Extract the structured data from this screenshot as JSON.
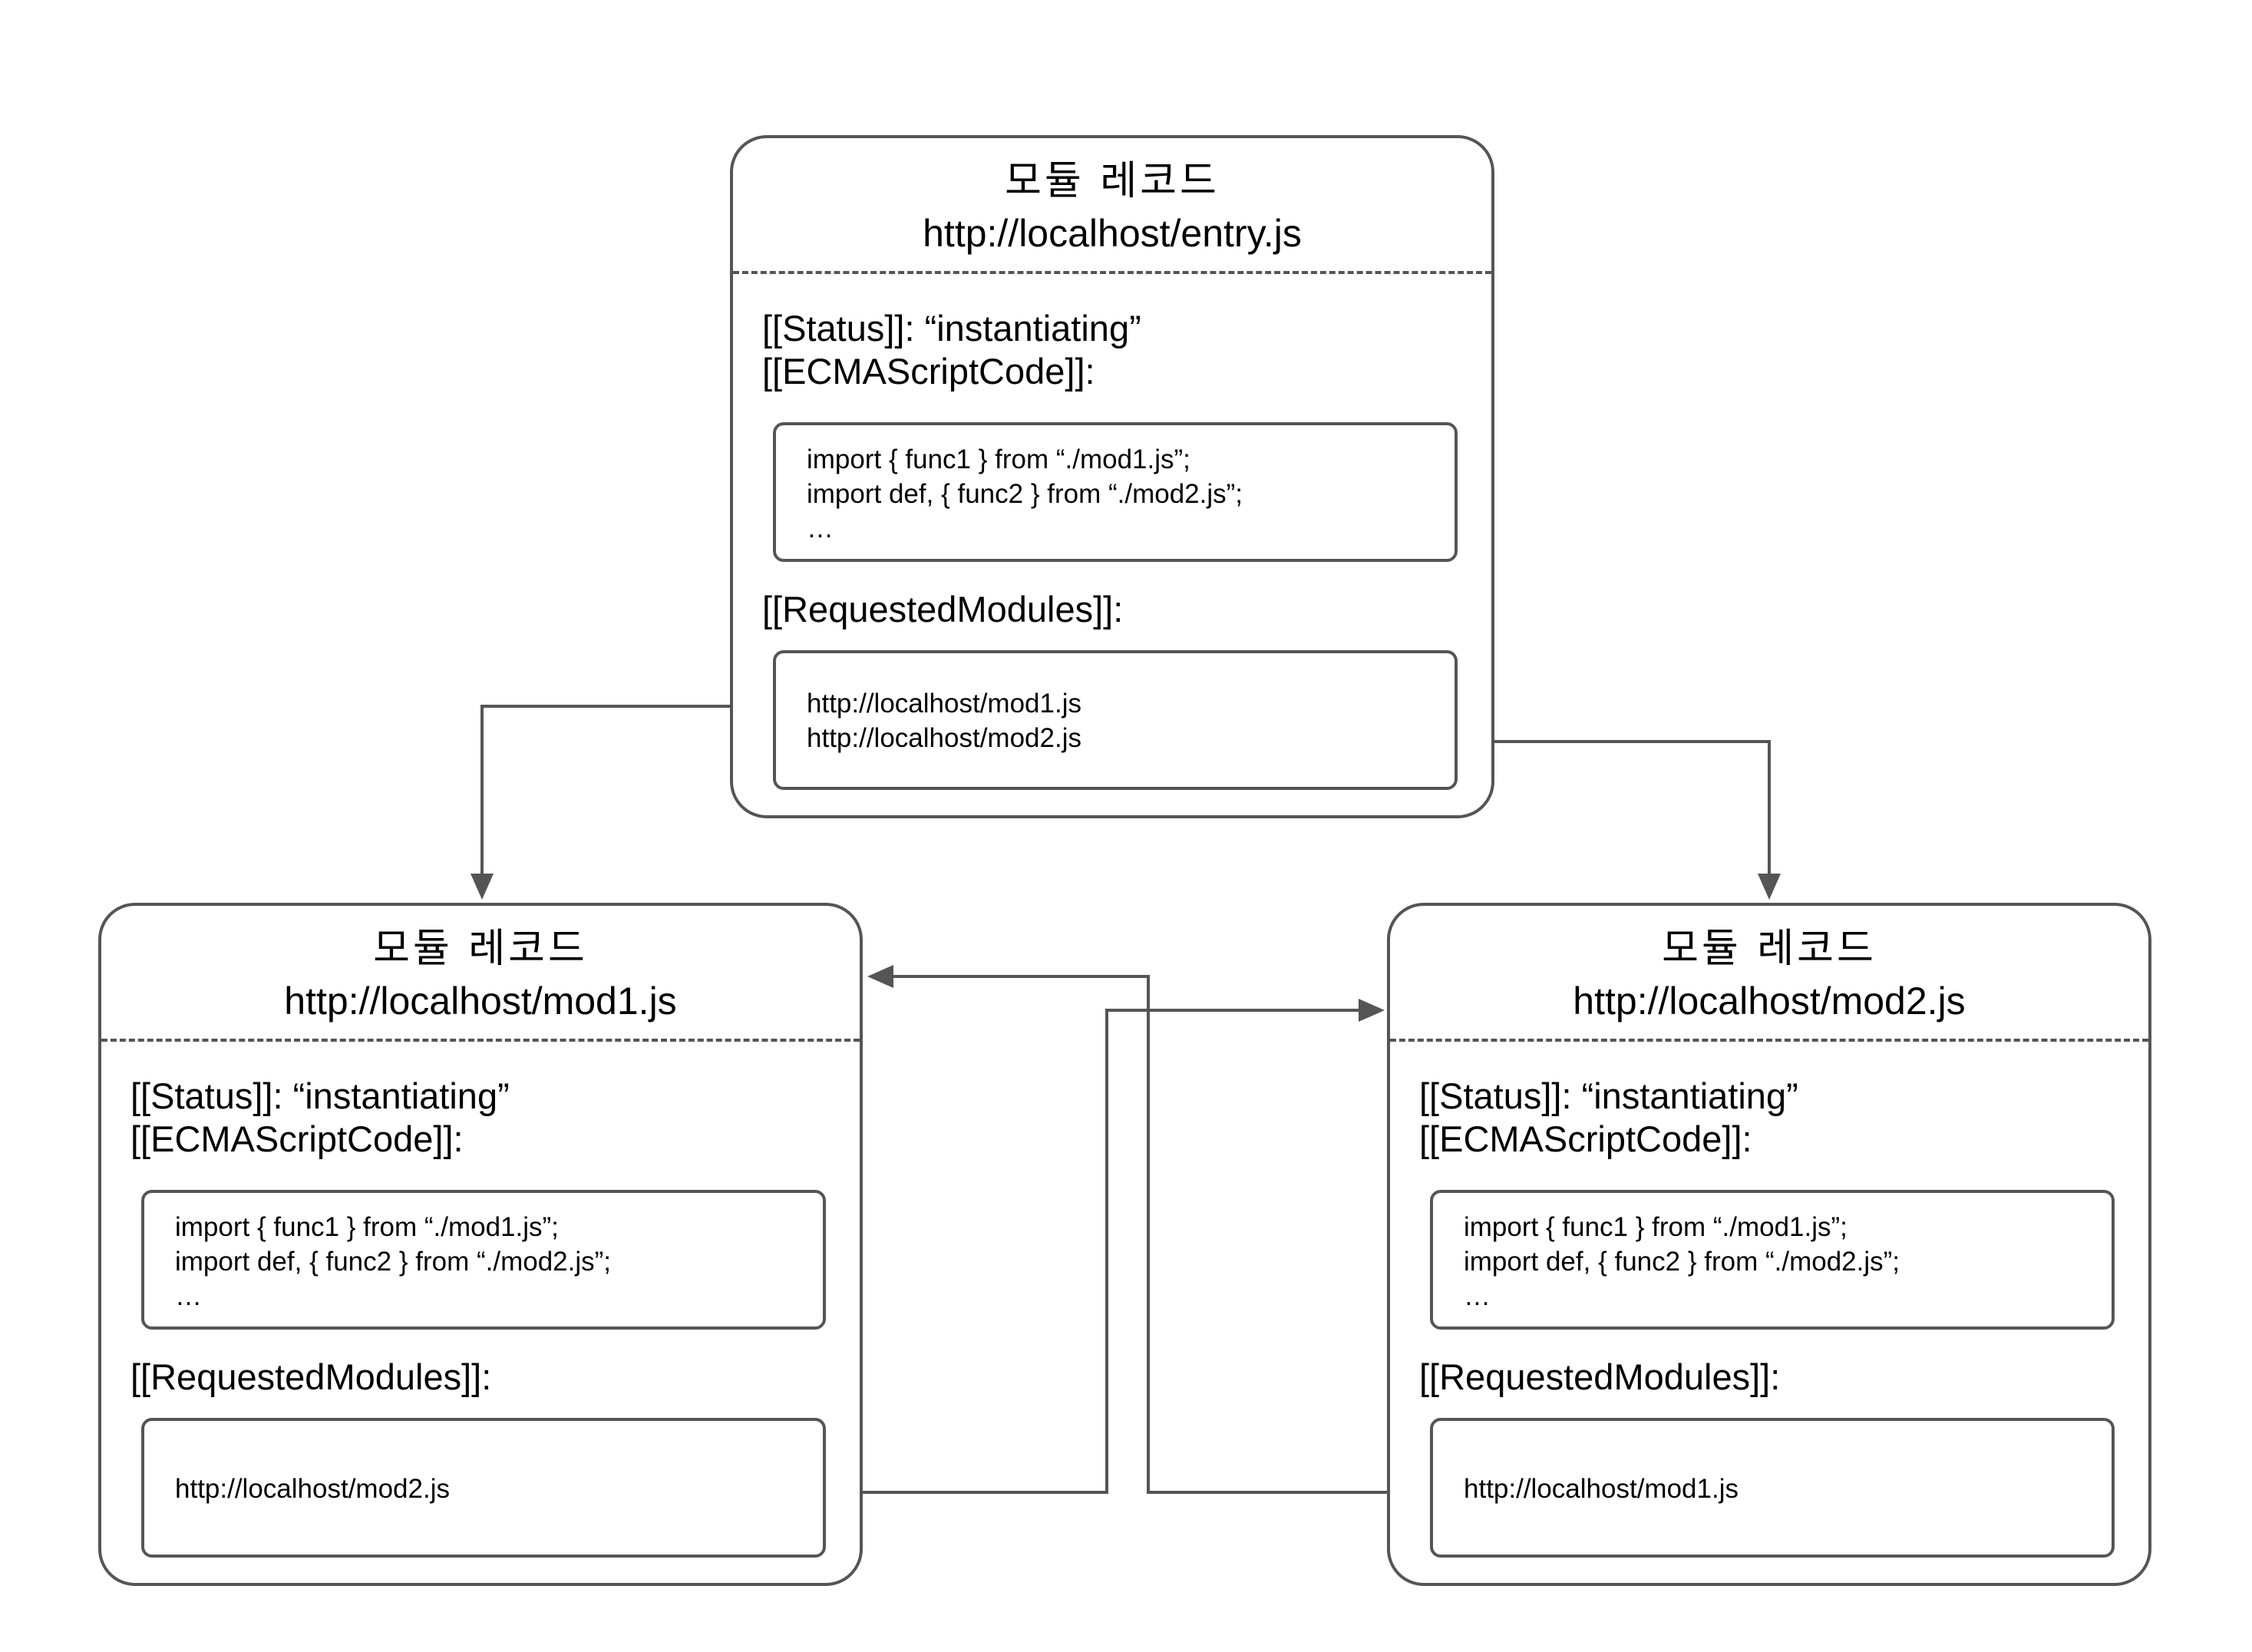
{
  "modules": {
    "entry": {
      "kind": "모듈 레코드",
      "url": "http://localhost/entry.js",
      "status": "[[Status]]: “instantiating”",
      "code_label": "[[ECMAScriptCode]]:",
      "code_lines": [
        "import { func1 } from “./mod1.js”;",
        "import def, { func2 } from “./mod2.js”;",
        "…"
      ],
      "requested_label": "[[RequestedModules]]:",
      "requested": [
        "http://localhost/mod1.js",
        "http://localhost/mod2.js"
      ]
    },
    "mod1": {
      "kind": "모듈 레코드",
      "url": "http://localhost/mod1.js",
      "status": "[[Status]]: “instantiating”",
      "code_label": "[[ECMAScriptCode]]:",
      "code_lines": [
        "import { func1 } from “./mod1.js”;",
        "import def, { func2 } from “./mod2.js”;",
        "…"
      ],
      "requested_label": "[[RequestedModules]]:",
      "requested": [
        "http://localhost/mod2.js"
      ]
    },
    "mod2": {
      "kind": "모듈 레코드",
      "url": "http://localhost/mod2.js",
      "status": "[[Status]]: “instantiating”",
      "code_label": "[[ECMAScriptCode]]:",
      "code_lines": [
        "import { func1 } from “./mod1.js”;",
        "import def, { func2 } from “./mod2.js”;",
        "…"
      ],
      "requested_label": "[[RequestedModules]]:",
      "requested": [
        "http://localhost/mod1.js"
      ]
    }
  },
  "edges": [
    {
      "from": "entry",
      "request": 0,
      "to": "mod1"
    },
    {
      "from": "entry",
      "request": 1,
      "to": "mod2"
    },
    {
      "from": "mod1",
      "request": 0,
      "to": "mod2"
    },
    {
      "from": "mod2",
      "request": 0,
      "to": "mod1"
    }
  ],
  "colors": {
    "stroke": "#555555",
    "background": "#ffffff",
    "text": "#000000"
  }
}
